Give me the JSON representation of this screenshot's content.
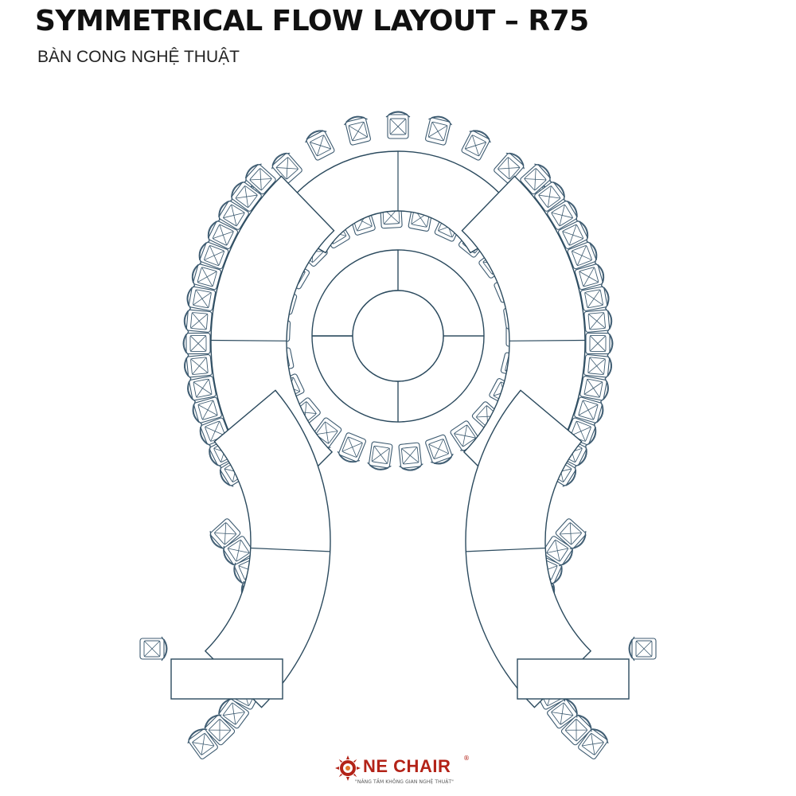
{
  "header": {
    "title": "SYMMETRICAL FLOW LAYOUT – R75",
    "subtitle": "BÀN CONG NGHỆ THUẬT"
  },
  "brand": {
    "name": "NE CHAIR",
    "registered": "®",
    "tagline": "\"NÂNG TẦM KHÔNG GIAN NGHỆ THUẬT\"",
    "color": "#b32318",
    "logo_icon": "sun-ring-icon"
  },
  "colors": {
    "line": "#2b4a5e",
    "chair": "#3c5a70",
    "background": "#ffffff"
  },
  "floor_plan": {
    "top_arc_table": {
      "segments": 2
    },
    "center_round_table": {
      "ring_segments": 4
    },
    "left_s_curve_table": {
      "segments": 5
    },
    "right_s_curve_table": {
      "segments": 5
    }
  }
}
